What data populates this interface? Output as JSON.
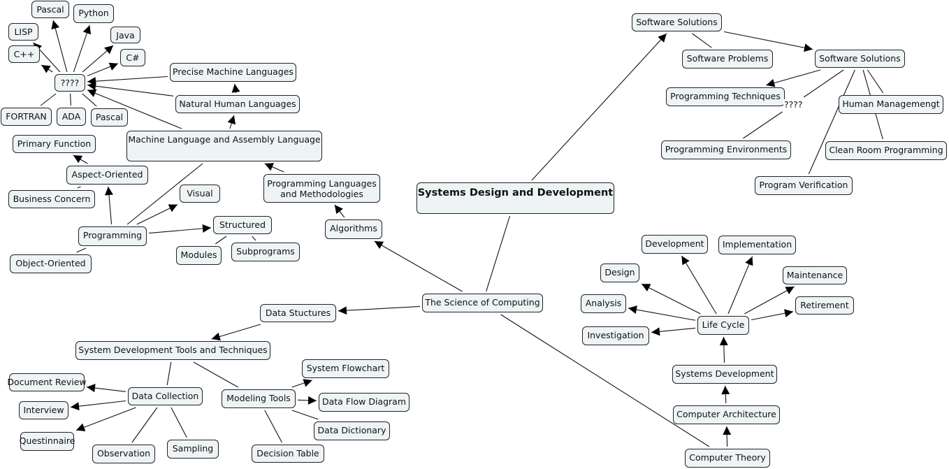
{
  "map_title": "Systems Design and Development",
  "nodes": [
    {
      "id": "root",
      "text": "Systems Design and Development",
      "root": true
    },
    {
      "id": "science",
      "text": "The Science of Computing"
    },
    {
      "id": "sw_solutions_1",
      "text": "Software Solutions"
    },
    {
      "id": "sw_problems",
      "text": "Software Problems"
    },
    {
      "id": "sw_solutions_2",
      "text": "Software Solutions"
    },
    {
      "id": "prog_techniques",
      "text": "Programming Techniques"
    },
    {
      "id": "human_mgmt",
      "text": "Human Managemengt"
    },
    {
      "id": "prog_env",
      "text": "Programming Environments"
    },
    {
      "id": "clean_room",
      "text": "Clean Room Programming"
    },
    {
      "id": "prog_verif",
      "text": "Program Verification"
    },
    {
      "id": "pl_methods",
      "text": "Programming Languages\nand Methodologies"
    },
    {
      "id": "algorithms",
      "text": "Algorithms"
    },
    {
      "id": "mach_asm",
      "text": "Machine Language and Assembly Language"
    },
    {
      "id": "natural_lang",
      "text": "Natural Human Languages"
    },
    {
      "id": "precise_lang",
      "text": "Precise Machine Languages"
    },
    {
      "id": "qqqq",
      "text": "????"
    },
    {
      "id": "pascal_top",
      "text": "Pascal"
    },
    {
      "id": "python",
      "text": "Python"
    },
    {
      "id": "lisp",
      "text": "LISP"
    },
    {
      "id": "java",
      "text": "Java"
    },
    {
      "id": "cpp",
      "text": "C++"
    },
    {
      "id": "csharp",
      "text": "C#"
    },
    {
      "id": "fortran",
      "text": "FORTRAN"
    },
    {
      "id": "ada",
      "text": "ADA"
    },
    {
      "id": "pascal_bottom",
      "text": "Pascal"
    },
    {
      "id": "primary_function",
      "text": "Primary Function"
    },
    {
      "id": "aspect_oriented",
      "text": "Aspect-Oriented"
    },
    {
      "id": "business_concern",
      "text": "Business Concern"
    },
    {
      "id": "visual",
      "text": "Visual"
    },
    {
      "id": "programming",
      "text": "Programming"
    },
    {
      "id": "structured",
      "text": "Structured"
    },
    {
      "id": "modules",
      "text": "Modules"
    },
    {
      "id": "subprograms",
      "text": "Subprograms"
    },
    {
      "id": "object_oriented",
      "text": "Object-Oriented"
    },
    {
      "id": "data_structures",
      "text": "Data Stuctures"
    },
    {
      "id": "sdtt",
      "text": "System Development Tools and Techniques"
    },
    {
      "id": "system_flowchart",
      "text": "System Flowchart"
    },
    {
      "id": "document_review",
      "text": "Document Review"
    },
    {
      "id": "data_collection",
      "text": "Data Collection"
    },
    {
      "id": "modeling_tools",
      "text": "Modeling Tools"
    },
    {
      "id": "data_flow_diagram",
      "text": "Data Flow Diagram"
    },
    {
      "id": "interview",
      "text": "Interview"
    },
    {
      "id": "data_dictionary",
      "text": "Data Dictionary"
    },
    {
      "id": "questionnaire",
      "text": "Questinnaire"
    },
    {
      "id": "observation",
      "text": "Observation"
    },
    {
      "id": "sampling",
      "text": "Sampling"
    },
    {
      "id": "decision_table",
      "text": "Decision Table"
    },
    {
      "id": "development",
      "text": "Development"
    },
    {
      "id": "implementation",
      "text": "Implementation"
    },
    {
      "id": "design",
      "text": "Design"
    },
    {
      "id": "maintenance",
      "text": "Maintenance"
    },
    {
      "id": "analysis",
      "text": "Analysis"
    },
    {
      "id": "retirement",
      "text": "Retirement"
    },
    {
      "id": "life_cycle",
      "text": "Life Cycle"
    },
    {
      "id": "investigation",
      "text": "Investigation"
    },
    {
      "id": "systems_development",
      "text": "Systems Development"
    },
    {
      "id": "computer_architecture",
      "text": "Computer Architecture"
    },
    {
      "id": "computer_theory",
      "text": "Computer Theory"
    }
  ],
  "link_labels": [
    {
      "id": "sw_label",
      "text": "????"
    }
  ],
  "edges": [
    {
      "from": "root",
      "to": "sw_solutions_1",
      "arrow": true
    },
    {
      "from": "root",
      "to": "science",
      "arrow": false
    },
    {
      "from": "sw_solutions_1",
      "to": "sw_solutions_2",
      "arrow": true
    },
    {
      "from": "sw_solutions_1",
      "to": "sw_problems",
      "arrow": false
    },
    {
      "from": "sw_solutions_2",
      "to": "prog_techniques",
      "arrow": true
    },
    {
      "from": "sw_solutions_2",
      "to": "sw_label",
      "arrow": false
    },
    {
      "from": "sw_label",
      "to": "prog_env",
      "arrow": false
    },
    {
      "from": "sw_solutions_2",
      "to": "prog_verif",
      "arrow": false
    },
    {
      "from": "sw_solutions_2",
      "to": "human_mgmt",
      "arrow": false
    },
    {
      "from": "sw_solutions_2",
      "to": "clean_room",
      "arrow": false
    },
    {
      "from": "science",
      "to": "algorithms",
      "arrow": true
    },
    {
      "from": "science",
      "to": "data_structures",
      "arrow": true
    },
    {
      "from": "science",
      "to": "computer_theory",
      "arrow": false
    },
    {
      "from": "algorithms",
      "to": "pl_methods",
      "arrow": true
    },
    {
      "from": "pl_methods",
      "to": "mach_asm",
      "arrow": true
    },
    {
      "from": "mach_asm",
      "to": "natural_lang",
      "arrow": true
    },
    {
      "from": "natural_lang",
      "to": "precise_lang",
      "arrow": true
    },
    {
      "from": "precise_lang",
      "to": "qqqq",
      "arrow": true
    },
    {
      "from": "natural_lang",
      "to": "qqqq",
      "arrow": true
    },
    {
      "from": "mach_asm",
      "to": "qqqq",
      "arrow": true
    },
    {
      "from": "mach_asm",
      "to": "programming",
      "arrow": false
    },
    {
      "from": "qqqq",
      "to": "pascal_top",
      "arrow": true
    },
    {
      "from": "qqqq",
      "to": "python",
      "arrow": true
    },
    {
      "from": "qqqq",
      "to": "lisp",
      "arrow": true
    },
    {
      "from": "qqqq",
      "to": "java",
      "arrow": true
    },
    {
      "from": "qqqq",
      "to": "cpp",
      "arrow": true
    },
    {
      "from": "qqqq",
      "to": "csharp",
      "arrow": true
    },
    {
      "from": "qqqq",
      "to": "fortran",
      "arrow": false
    },
    {
      "from": "qqqq",
      "to": "ada",
      "arrow": false
    },
    {
      "from": "qqqq",
      "to": "pascal_bottom",
      "arrow": false
    },
    {
      "from": "programming",
      "to": "aspect_oriented",
      "arrow": true
    },
    {
      "from": "programming",
      "to": "visual",
      "arrow": true
    },
    {
      "from": "programming",
      "to": "structured",
      "arrow": true
    },
    {
      "from": "programming",
      "to": "object_oriented",
      "arrow": false
    },
    {
      "from": "aspect_oriented",
      "to": "primary_function",
      "arrow": true
    },
    {
      "from": "aspect_oriented",
      "to": "business_concern",
      "arrow": false
    },
    {
      "from": "structured",
      "to": "modules",
      "arrow": false
    },
    {
      "from": "structured",
      "to": "subprograms",
      "arrow": false
    },
    {
      "from": "data_structures",
      "to": "sdtt",
      "arrow": true
    },
    {
      "from": "sdtt",
      "to": "data_collection",
      "arrow": false
    },
    {
      "from": "sdtt",
      "to": "modeling_tools",
      "arrow": false
    },
    {
      "from": "data_collection",
      "to": "document_review",
      "arrow": true
    },
    {
      "from": "data_collection",
      "to": "interview",
      "arrow": true
    },
    {
      "from": "data_collection",
      "to": "questionnaire",
      "arrow": true
    },
    {
      "from": "data_collection",
      "to": "observation",
      "arrow": false
    },
    {
      "from": "data_collection",
      "to": "sampling",
      "arrow": false
    },
    {
      "from": "modeling_tools",
      "to": "system_flowchart",
      "arrow": true
    },
    {
      "from": "modeling_tools",
      "to": "data_flow_diagram",
      "arrow": true
    },
    {
      "from": "modeling_tools",
      "to": "data_dictionary",
      "arrow": false
    },
    {
      "from": "modeling_tools",
      "to": "decision_table",
      "arrow": false
    },
    {
      "from": "computer_theory",
      "to": "computer_architecture",
      "arrow": true
    },
    {
      "from": "computer_architecture",
      "to": "systems_development",
      "arrow": true
    },
    {
      "from": "systems_development",
      "to": "life_cycle",
      "arrow": true
    },
    {
      "from": "life_cycle",
      "to": "investigation",
      "arrow": true
    },
    {
      "from": "life_cycle",
      "to": "analysis",
      "arrow": true
    },
    {
      "from": "life_cycle",
      "to": "design",
      "arrow": true
    },
    {
      "from": "life_cycle",
      "to": "development",
      "arrow": true
    },
    {
      "from": "life_cycle",
      "to": "implementation",
      "arrow": true
    },
    {
      "from": "life_cycle",
      "to": "maintenance",
      "arrow": true
    },
    {
      "from": "life_cycle",
      "to": "retirement",
      "arrow": true
    }
  ]
}
